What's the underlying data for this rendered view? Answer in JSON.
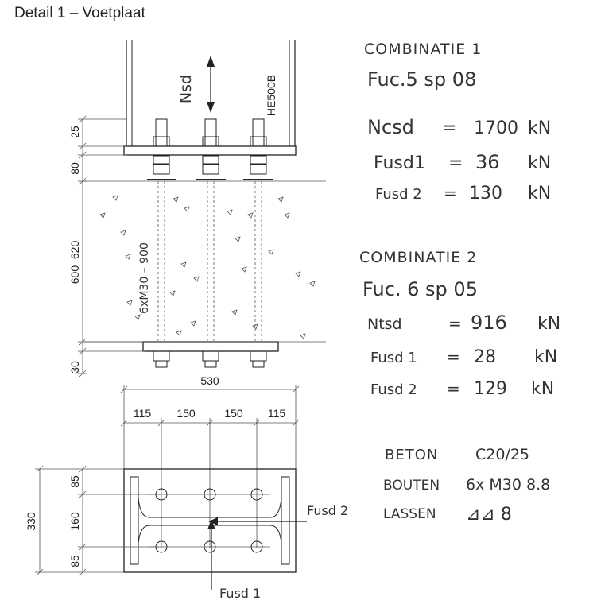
{
  "title": "Detail 1 – Voetplaat",
  "profile": "HE500B",
  "load_label": "Nsd",
  "anchor_label": "6xM30 – 900",
  "elevation_dims": [
    "25",
    "80",
    "600–620",
    "30"
  ],
  "plan_dims": {
    "width": "530",
    "spacing": [
      "115",
      "150",
      "150",
      "115"
    ],
    "height": "330",
    "vertical": [
      "85",
      "160",
      "85"
    ]
  },
  "force_labels": {
    "fusd2": "Fusd 2",
    "fusd1": "Fusd 1"
  },
  "combination1": {
    "heading": "COMBINATIE 1",
    "subheading": "Fuc.5  sp 08",
    "rows": [
      {
        "name": "Ncsd",
        "eq": "=",
        "value": "1700",
        "unit": "kN"
      },
      {
        "name": "Fusd1",
        "eq": "=",
        "value": "36",
        "unit": "kN"
      },
      {
        "name": "Fusd 2",
        "eq": "=",
        "value": "130",
        "unit": "kN"
      }
    ]
  },
  "combination2": {
    "heading": "COMBINATIE 2",
    "subheading": "Fuc. 6  sp 05",
    "rows": [
      {
        "name": "Ntsd",
        "eq": "=",
        "value": "916",
        "unit": "kN"
      },
      {
        "name": "Fusd 1",
        "eq": "=",
        "value": "28",
        "unit": "kN"
      },
      {
        "name": "Fusd 2",
        "eq": "=",
        "value": "129",
        "unit": "kN"
      }
    ]
  },
  "materials": [
    {
      "name": "BETON",
      "value": "C20/25"
    },
    {
      "name": "BOUTEN",
      "value": "6x M30 8.8"
    },
    {
      "name": "LASSEN",
      "value": "⊿⊿ 8"
    }
  ]
}
